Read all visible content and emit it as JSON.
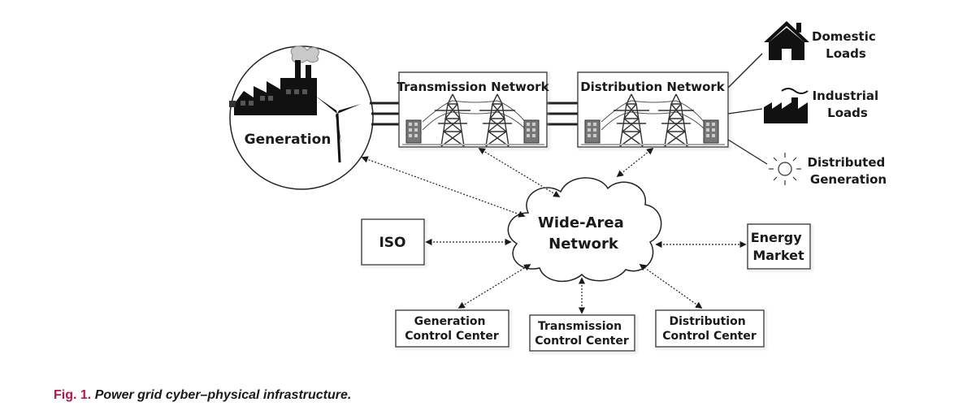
{
  "nodes": {
    "generation": "Generation",
    "transmission_network": "Transmission Network",
    "distribution_network": "Distribution Network",
    "domestic_loads": [
      "Domestic",
      "Loads"
    ],
    "industrial_loads": [
      "Industrial",
      "Loads"
    ],
    "distributed_generation": [
      "Distributed",
      "Generation"
    ],
    "wide_area_network": [
      "Wide-Area",
      "Network"
    ],
    "iso": "ISO",
    "energy_market": [
      "Energy",
      "Market"
    ],
    "generation_control_center": [
      "Generation",
      "Control Center"
    ],
    "transmission_control_center": [
      "Transmission",
      "Control Center"
    ],
    "distribution_control_center": [
      "Distribution",
      "Control Center"
    ]
  },
  "caption": {
    "number": "Fig. 1.",
    "text": "Power grid cyber–physical infrastructure."
  }
}
